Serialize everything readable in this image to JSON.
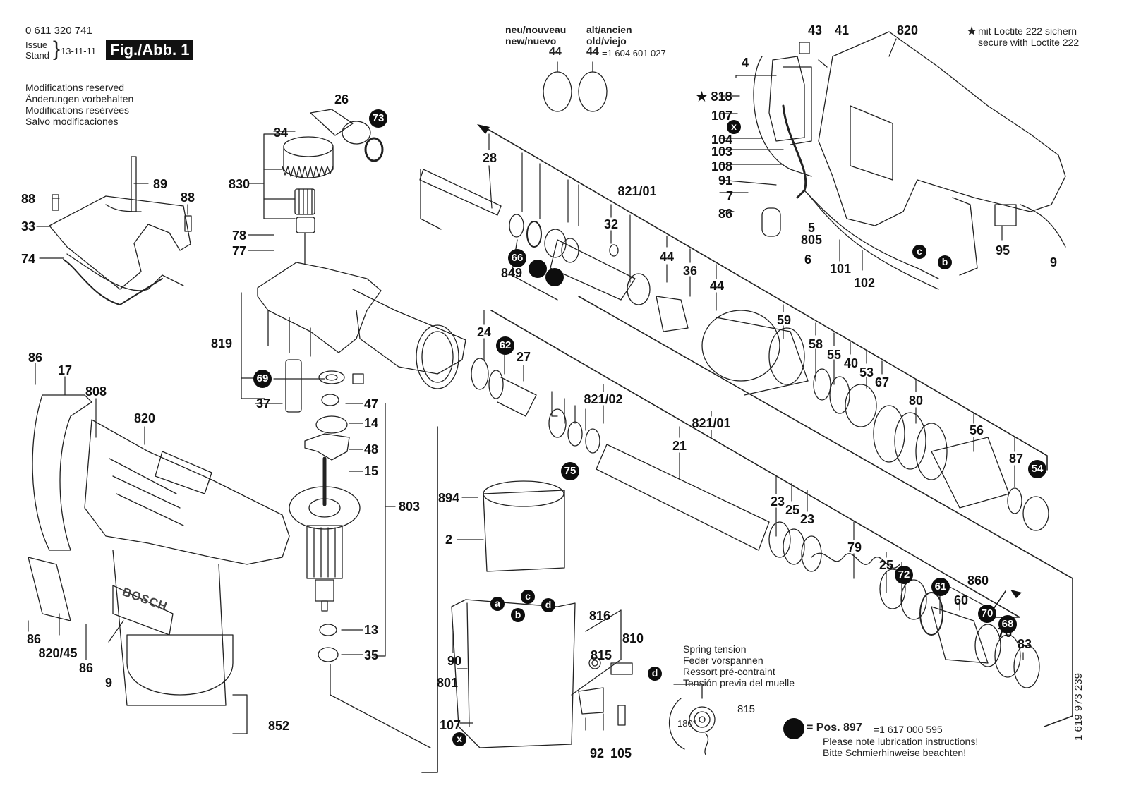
{
  "header": {
    "part_number": "0 611 320 741",
    "issue_label": "Issue",
    "stand_label": "Stand",
    "issue_date": "13-11-11",
    "figure_label": "Fig./Abb. 1",
    "modifications": [
      "Modifications reserved",
      "Änderungen vorbehalten",
      "Modifications resérvées",
      "Salvo modificaciones"
    ]
  },
  "new_old_note": {
    "new_line1": "neu/nouveau",
    "new_line2": "new/nuevo",
    "new_part": "44",
    "old_line1": "alt/ancien",
    "old_line2": "old/viejo",
    "old_part": "44",
    "old_ref": "=1 604 601 027"
  },
  "loctite_note": {
    "symbol": "★",
    "line1": "mit Loctite 222 sichern",
    "line2": "secure with Loctite 222"
  },
  "spring_note": {
    "lines": [
      "Spring tension",
      "Feder vorspannen",
      "Ressort pré-contraint",
      "Tensión previa del muelle"
    ],
    "angle": "180°",
    "part": "815"
  },
  "lubrication_note": {
    "pos_label": "= Pos. 897",
    "pos_ref": "=1 617 000 595",
    "line1": "Please note lubrication instructions!",
    "line2": "Bitte Schmierhinweise beachten!"
  },
  "drawing_number": "1 619 973 239",
  "brand_on_housing": "BOSCH",
  "labels": [
    {
      "id": "26",
      "t": "26"
    },
    {
      "id": "34",
      "t": "34"
    },
    {
      "id": "830",
      "t": "830"
    },
    {
      "id": "89",
      "t": "89"
    },
    {
      "id": "88a",
      "t": "88"
    },
    {
      "id": "88b",
      "t": "88"
    },
    {
      "id": "33",
      "t": "33"
    },
    {
      "id": "74",
      "t": "74"
    },
    {
      "id": "78",
      "t": "78"
    },
    {
      "id": "77",
      "t": "77"
    },
    {
      "id": "819",
      "t": "819"
    },
    {
      "id": "37",
      "t": "37"
    },
    {
      "id": "47",
      "t": "47"
    },
    {
      "id": "14",
      "t": "14"
    },
    {
      "id": "48",
      "t": "48"
    },
    {
      "id": "15",
      "t": "15"
    },
    {
      "id": "803",
      "t": "803"
    },
    {
      "id": "13",
      "t": "13"
    },
    {
      "id": "35",
      "t": "35"
    },
    {
      "id": "86a",
      "t": "86"
    },
    {
      "id": "17",
      "t": "17"
    },
    {
      "id": "808",
      "t": "808"
    },
    {
      "id": "820a",
      "t": "820"
    },
    {
      "id": "86b",
      "t": "86"
    },
    {
      "id": "820_45",
      "t": "820/45"
    },
    {
      "id": "86c",
      "t": "86"
    },
    {
      "id": "9a",
      "t": "9"
    },
    {
      "id": "852",
      "t": "852"
    },
    {
      "id": "28",
      "t": "28"
    },
    {
      "id": "821_01a",
      "t": "821/01"
    },
    {
      "id": "32",
      "t": "32"
    },
    {
      "id": "849",
      "t": "849"
    },
    {
      "id": "44a",
      "t": "44"
    },
    {
      "id": "36",
      "t": "36"
    },
    {
      "id": "44b",
      "t": "44"
    },
    {
      "id": "59",
      "t": "59"
    },
    {
      "id": "58",
      "t": "58"
    },
    {
      "id": "55",
      "t": "55"
    },
    {
      "id": "40",
      "t": "40"
    },
    {
      "id": "53",
      "t": "53"
    },
    {
      "id": "67",
      "t": "67"
    },
    {
      "id": "80",
      "t": "80"
    },
    {
      "id": "56",
      "t": "56"
    },
    {
      "id": "87",
      "t": "87"
    },
    {
      "id": "24",
      "t": "24"
    },
    {
      "id": "27",
      "t": "27"
    },
    {
      "id": "821_02",
      "t": "821/02"
    },
    {
      "id": "821_01b",
      "t": "821/01"
    },
    {
      "id": "21",
      "t": "21"
    },
    {
      "id": "23a",
      "t": "23"
    },
    {
      "id": "25a",
      "t": "25"
    },
    {
      "id": "23b",
      "t": "23"
    },
    {
      "id": "79",
      "t": "79"
    },
    {
      "id": "25b",
      "t": "25"
    },
    {
      "id": "860",
      "t": "860"
    },
    {
      "id": "60",
      "t": "60"
    },
    {
      "id": "76",
      "t": "76"
    },
    {
      "id": "83",
      "t": "83"
    },
    {
      "id": "894",
      "t": "894"
    },
    {
      "id": "2",
      "t": "2"
    },
    {
      "id": "90",
      "t": "90"
    },
    {
      "id": "801",
      "t": "801"
    },
    {
      "id": "107b",
      "t": "107"
    },
    {
      "id": "816",
      "t": "816"
    },
    {
      "id": "810",
      "t": "810"
    },
    {
      "id": "815",
      "t": "815"
    },
    {
      "id": "92",
      "t": "92"
    },
    {
      "id": "105",
      "t": "105"
    },
    {
      "id": "43",
      "t": "43"
    },
    {
      "id": "41",
      "t": "41"
    },
    {
      "id": "820b",
      "t": "820"
    },
    {
      "id": "4",
      "t": "4"
    },
    {
      "id": "818",
      "t": "★ 818"
    },
    {
      "id": "107a",
      "t": "107"
    },
    {
      "id": "104",
      "t": "104"
    },
    {
      "id": "103",
      "t": "103"
    },
    {
      "id": "108",
      "t": "108"
    },
    {
      "id": "91",
      "t": "91"
    },
    {
      "id": "7",
      "t": "7"
    },
    {
      "id": "86d",
      "t": "86"
    },
    {
      "id": "5",
      "t": "5"
    },
    {
      "id": "805",
      "t": "805"
    },
    {
      "id": "6",
      "t": "6"
    },
    {
      "id": "101",
      "t": "101"
    },
    {
      "id": "102",
      "t": "102"
    },
    {
      "id": "95",
      "t": "95"
    },
    {
      "id": "9b",
      "t": "9"
    }
  ],
  "badges": [
    {
      "id": "73",
      "t": "73"
    },
    {
      "id": "69",
      "t": "69"
    },
    {
      "id": "66",
      "t": "66"
    },
    {
      "id": "62",
      "t": "62"
    },
    {
      "id": "75",
      "t": "75"
    },
    {
      "id": "54",
      "t": "54"
    },
    {
      "id": "72",
      "t": "72"
    },
    {
      "id": "61",
      "t": "61"
    },
    {
      "id": "70",
      "t": "70"
    },
    {
      "id": "68",
      "t": "68"
    }
  ],
  "connector_badges": [
    {
      "id": "x1",
      "t": "x"
    },
    {
      "id": "x2",
      "t": "x"
    },
    {
      "id": "a",
      "t": "a"
    },
    {
      "id": "b1",
      "t": "b"
    },
    {
      "id": "c1",
      "t": "c"
    },
    {
      "id": "d1",
      "t": "d"
    },
    {
      "id": "d2",
      "t": "d"
    },
    {
      "id": "c2",
      "t": "c"
    },
    {
      "id": "b2",
      "t": "b"
    }
  ]
}
